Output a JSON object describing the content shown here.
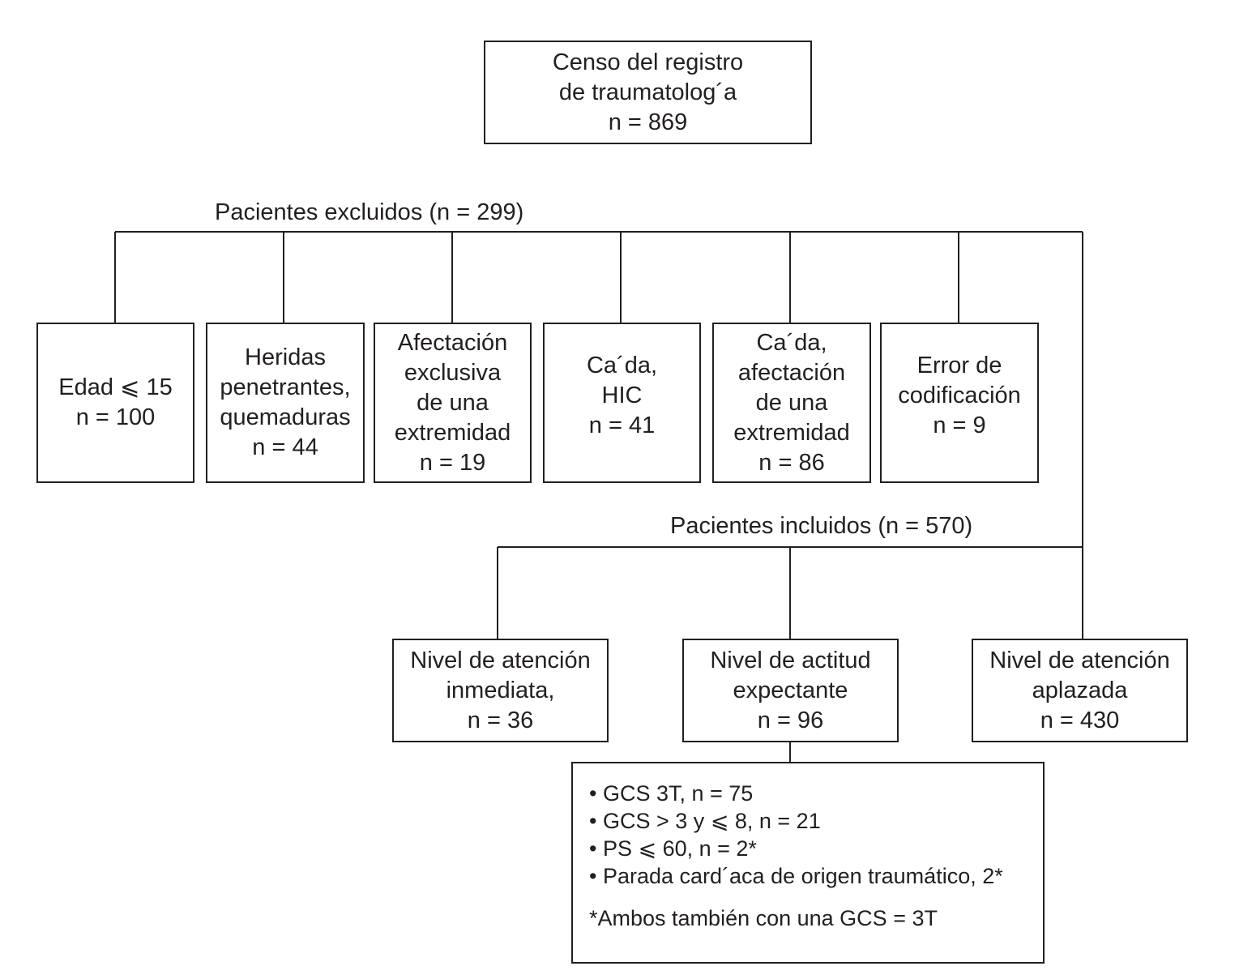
{
  "root": {
    "lines": [
      "Censo del registro",
      "de traumatolog´a",
      "n = 869"
    ]
  },
  "excluded_header": "Pacientes excluidos (n = 299)",
  "excluded": [
    {
      "lines": [
        "Edad ⩽ 15",
        "n = 100"
      ]
    },
    {
      "lines": [
        "Heridas",
        "penetrantes,",
        "quemaduras",
        "n = 44"
      ]
    },
    {
      "lines": [
        "Afectación",
        "exclusiva",
        "de una",
        "extremidad",
        "n = 19"
      ]
    },
    {
      "lines": [
        "Ca´da,",
        "HIC",
        "n = 41"
      ]
    },
    {
      "lines": [
        "Ca´da,",
        "afectación",
        "de una",
        "extremidad",
        "n = 86"
      ]
    },
    {
      "lines": [
        "Error de",
        "codificación",
        "n = 9"
      ]
    }
  ],
  "included_header": "Pacientes incluidos (n = 570)",
  "included": [
    {
      "lines": [
        "Nivel de atención",
        "inmediata,",
        "n = 36"
      ]
    },
    {
      "lines": [
        "Nivel de actitud",
        "expectante",
        "n = 96"
      ]
    },
    {
      "lines": [
        "Nivel de atención",
        "aplazada",
        "n = 430"
      ]
    }
  ],
  "details": {
    "items": [
      "• GCS 3T, n = 75",
      "• GCS > 3 y ⩽ 8, n = 21",
      "• PS ⩽ 60, n = 2*",
      "• Parada card´aca de origen traumático, 2*"
    ],
    "footnote": "*Ambos también con una GCS = 3T"
  }
}
